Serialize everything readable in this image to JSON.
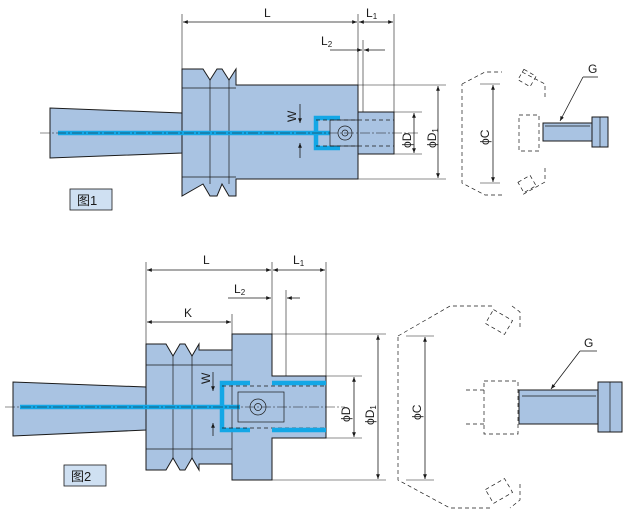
{
  "figures": [
    {
      "id": "fig1",
      "caption": "图1",
      "dims": {
        "L": "L",
        "L1_main": "L",
        "L1_sub": "1",
        "L2_main": "L",
        "L2_sub": "2",
        "W": "W",
        "phiD": "ϕD",
        "phiD1_main": "ϕD",
        "phiD1_sub": "1",
        "phiC": "ϕC",
        "G": "G"
      }
    },
    {
      "id": "fig2",
      "caption": "图2",
      "dims": {
        "L": "L",
        "L1_main": "L",
        "L1_sub": "1",
        "L2_main": "L",
        "L2_sub": "2",
        "K": "K",
        "W": "W",
        "phiD": "ϕD",
        "phiD1_main": "ϕD",
        "phiD1_sub": "1",
        "phiC": "ϕC",
        "G": "G"
      }
    }
  ],
  "colors": {
    "body_fill": "#a9c3e2",
    "coolant_channel": "#13a7e6",
    "label_box": "#cfe0f2",
    "outline": "#1a1a1a"
  }
}
